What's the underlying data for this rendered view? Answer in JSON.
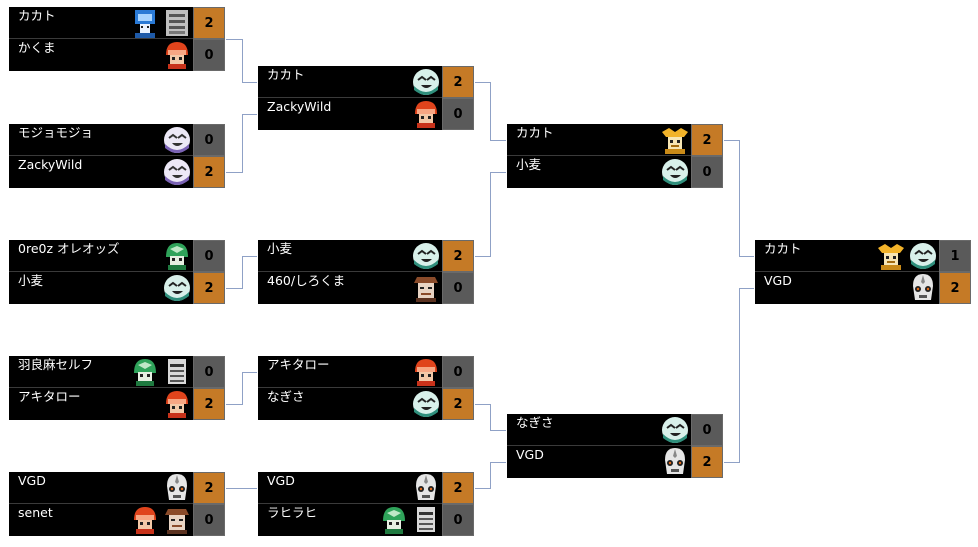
{
  "rounds": [
    {
      "matches": [
        {
          "top": {
            "name": "カカト",
            "score": "2",
            "winner": true,
            "chars": [
              "blue-robot",
              "gray-robot"
            ]
          },
          "bottom": {
            "name": "かくま",
            "score": "0",
            "winner": false,
            "chars": [
              "red-helmet"
            ]
          }
        },
        {
          "top": {
            "name": "モジョモジョ",
            "score": "0",
            "winner": false,
            "chars": [
              "purple-ghost"
            ]
          },
          "bottom": {
            "name": "ZackyWild",
            "score": "2",
            "winner": true,
            "chars": [
              "purple-ghost"
            ]
          }
        },
        {
          "top": {
            "name": "0re0z オレオッズ",
            "score": "0",
            "winner": false,
            "chars": [
              "green-helmet"
            ]
          },
          "bottom": {
            "name": "小麦",
            "score": "2",
            "winner": true,
            "chars": [
              "teal-ghost"
            ]
          }
        },
        {
          "top": {
            "name": "羽良麻セルフ",
            "score": "0",
            "winner": false,
            "chars": [
              "green-helmet",
              "white-robot"
            ]
          },
          "bottom": {
            "name": "アキタロー",
            "score": "2",
            "winner": true,
            "chars": [
              "red-helmet"
            ]
          }
        },
        {
          "top": {
            "name": "VGD",
            "score": "2",
            "winner": true,
            "chars": [
              "skull-robot"
            ]
          },
          "bottom": {
            "name": "senet",
            "score": "0",
            "winner": false,
            "chars": [
              "red-helmet",
              "brown-robot"
            ]
          }
        }
      ]
    },
    {
      "matches": [
        {
          "top": {
            "name": "カカト",
            "score": "2",
            "winner": true,
            "chars": [
              "teal-ghost"
            ]
          },
          "bottom": {
            "name": "ZackyWild",
            "score": "0",
            "winner": false,
            "chars": [
              "red-helmet"
            ]
          }
        },
        {
          "top": {
            "name": "小麦",
            "score": "2",
            "winner": true,
            "chars": [
              "teal-ghost"
            ]
          },
          "bottom": {
            "name": "460/しろくま",
            "score": "0",
            "winner": false,
            "chars": [
              "brown-robot"
            ]
          }
        },
        {
          "top": {
            "name": "アキタロー",
            "score": "0",
            "winner": false,
            "chars": [
              "red-helmet"
            ]
          },
          "bottom": {
            "name": "なぎさ",
            "score": "2",
            "winner": true,
            "chars": [
              "teal-ghost"
            ]
          }
        },
        {
          "top": {
            "name": "VGD",
            "score": "2",
            "winner": true,
            "chars": [
              "skull-robot"
            ]
          },
          "bottom": {
            "name": "ラヒラヒ",
            "score": "0",
            "winner": false,
            "chars": [
              "green-helmet",
              "white-robot"
            ]
          }
        }
      ]
    },
    {
      "matches": [
        {
          "top": {
            "name": "カカト",
            "score": "2",
            "winner": true,
            "chars": [
              "gold-robot"
            ]
          },
          "bottom": {
            "name": "小麦",
            "score": "0",
            "winner": false,
            "chars": [
              "teal-ghost"
            ]
          }
        },
        {
          "top": {
            "name": "なぎさ",
            "score": "0",
            "winner": false,
            "chars": [
              "teal-ghost"
            ]
          },
          "bottom": {
            "name": "VGD",
            "score": "2",
            "winner": true,
            "chars": [
              "skull-robot"
            ]
          }
        }
      ]
    },
    {
      "matches": [
        {
          "top": {
            "name": "カカト",
            "score": "1",
            "winner": false,
            "chars": [
              "gold-robot",
              "teal-ghost"
            ]
          },
          "bottom": {
            "name": "VGD",
            "score": "2",
            "winner": true,
            "chars": [
              "skull-robot"
            ]
          }
        }
      ]
    }
  ],
  "colors": {
    "winner_score": "#c57a26",
    "loser_score": "#5a5a5a",
    "connector": "#8fa1c6",
    "row_background": "#000000"
  }
}
